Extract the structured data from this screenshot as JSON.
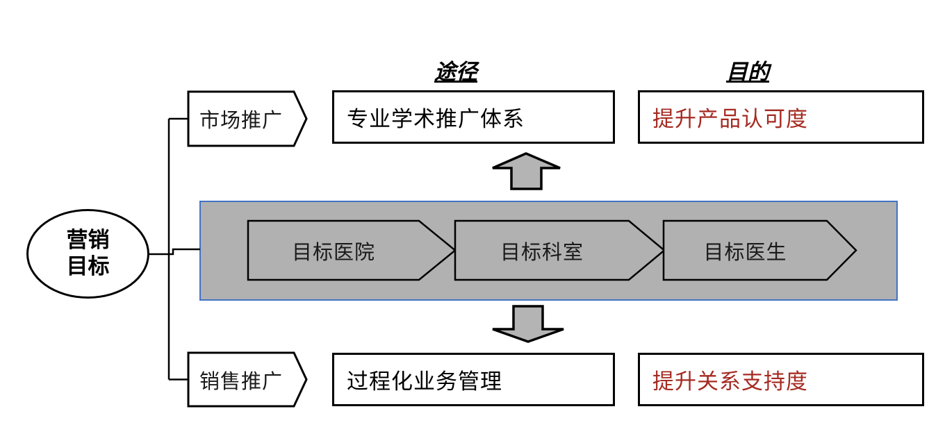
{
  "diagram_title": "marketing-goal-promotion-flow",
  "headers": {
    "approach": "途径",
    "purpose": "目的"
  },
  "source": {
    "label": "营销目标",
    "line1": "营销",
    "line2": "目标"
  },
  "rows": {
    "market": {
      "tag": "市场推广",
      "approach": "专业学术推广体系",
      "purpose": "提升产品认可度"
    },
    "sales": {
      "tag": "销售推广",
      "approach": "过程化业务管理",
      "purpose": "提升关系支持度"
    }
  },
  "pipeline": {
    "steps": [
      {
        "label": "目标医院"
      },
      {
        "label": "目标科室"
      },
      {
        "label": "目标医生"
      }
    ]
  },
  "icons": {
    "up_arrow": "block-arrow-up",
    "down_arrow": "block-arrow-down"
  },
  "colors": {
    "purpose_text_red": "#a52a21",
    "pipeline_border_blue": "#4472c4",
    "pipeline_fill_gray": "#b1b1b1",
    "shape_outline": "#000000",
    "background": "#ffffff"
  }
}
